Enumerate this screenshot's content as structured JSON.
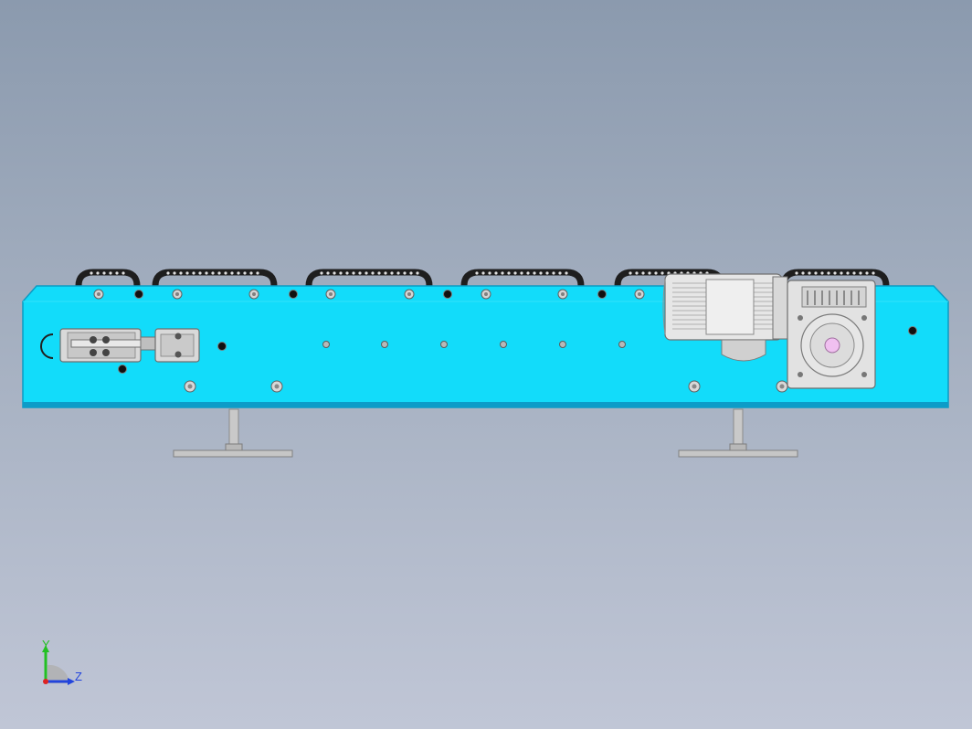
{
  "viewport": {
    "colors": {
      "background_top": "#8b9aae",
      "background_bottom": "#c0c6d6",
      "conveyor_frame": "#12dcfa",
      "conveyor_edge": "#0b9bc4",
      "chain": "#202020",
      "motor_body": "#e6e6e6",
      "gearbox_body": "#e2e2e2",
      "tensioner": "#d9d9d9",
      "support_legs": "#c6c6c6",
      "shaft_hub": "#f0c0f0"
    },
    "components": [
      {
        "name": "conveyor-frame",
        "icon": "conveyor-frame-icon"
      },
      {
        "name": "drive-chain",
        "icon": "roller-chain-icon"
      },
      {
        "name": "drive-motor",
        "icon": "electric-motor-icon"
      },
      {
        "name": "worm-gearbox",
        "icon": "gearbox-icon"
      },
      {
        "name": "chain-tensioner",
        "icon": "tensioner-icon"
      },
      {
        "name": "support-leg",
        "icon": "support-leg-icon"
      }
    ]
  },
  "triad": {
    "y_label": "Y",
    "z_label": "Z",
    "y_color": "#22c022",
    "z_color": "#2244dd",
    "origin_color": "#dd2222"
  }
}
